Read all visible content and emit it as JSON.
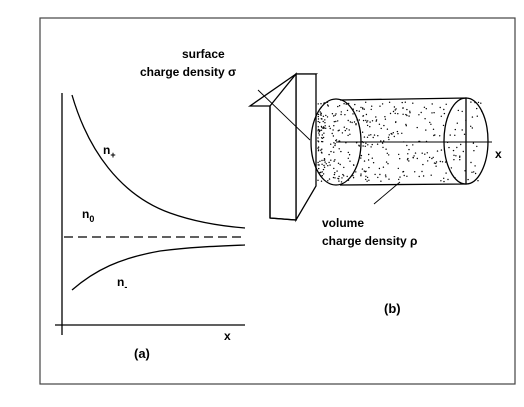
{
  "panel_a": {
    "curve_upper": "n",
    "curve_upper_sub": "+",
    "curve_middle": "n",
    "curve_middle_sub": "0",
    "curve_lower": "n",
    "curve_lower_sub": "-",
    "x_axis": "x",
    "caption": "(a)"
  },
  "panel_b": {
    "surface_line1": "surface",
    "surface_line2": "charge density σ",
    "volume_line1": "volume",
    "volume_line2": "charge density ρ",
    "x_axis": "x",
    "caption": "(b)"
  },
  "colors": {
    "ink": "#000000",
    "frame": "#444444",
    "background": "#ffffff"
  }
}
